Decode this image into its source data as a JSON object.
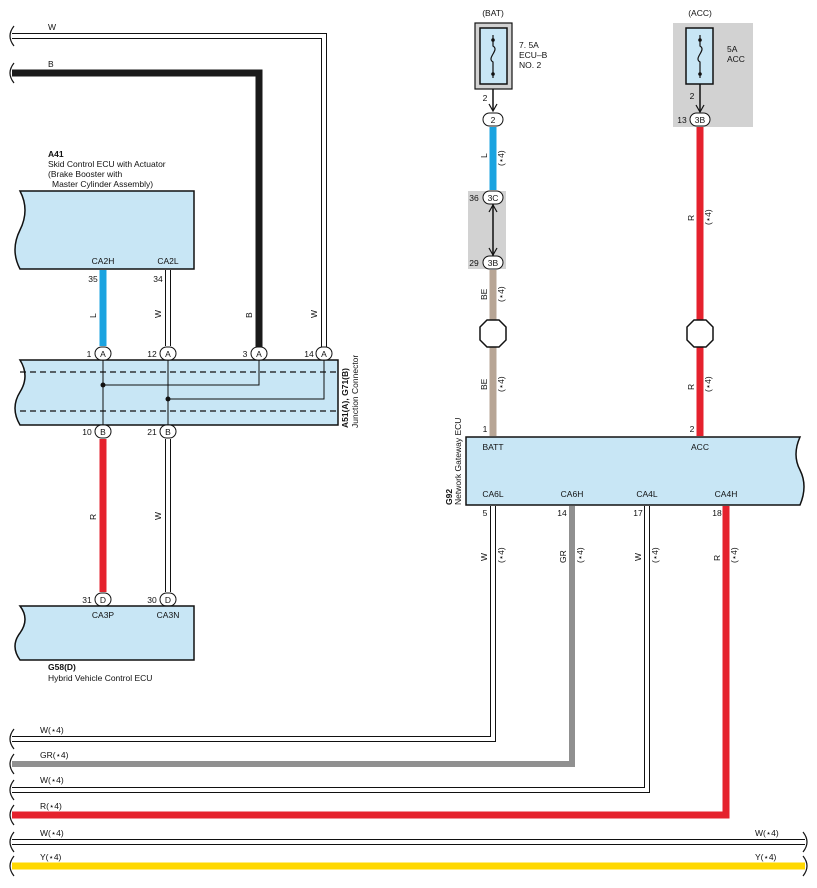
{
  "colors": {
    "box_fill": "#c8e6f5",
    "fuse_bg": "#d2d2d2",
    "W": "#ffffff",
    "B": "#1a1a1a",
    "L": "#1aa3e0",
    "R": "#e5222d",
    "BE": "#b7a595",
    "GR": "#909090",
    "Y": "#ffd800"
  },
  "bus": [
    {
      "label": "W",
      "color": "W",
      "label_right": ""
    },
    {
      "label": "B",
      "color": "B",
      "label_right": ""
    },
    {
      "label": "W(⋆4)",
      "color": "W",
      "label_right": ""
    },
    {
      "label": "GR(⋆4)",
      "color": "GR",
      "label_right": ""
    },
    {
      "label": "W(⋆4)",
      "color": "W",
      "label_right": ""
    },
    {
      "label": "R(⋆4)",
      "color": "R",
      "label_right": ""
    },
    {
      "label": "W(⋆4)",
      "color": "W",
      "label_right": "W(⋆4)"
    },
    {
      "label": "Y(⋆4)",
      "color": "Y",
      "label_right": "Y(⋆4)"
    }
  ],
  "a41": {
    "code": "A41",
    "name": "Skid Control ECU with Actuator",
    "desc1": "(Brake Booster with",
    "desc2": "Master Cylinder Assembly)",
    "pins": [
      {
        "label": "CA2H",
        "num": "35",
        "wire": "L"
      },
      {
        "label": "CA2L",
        "num": "34",
        "wire": "W"
      }
    ]
  },
  "junction": {
    "code": "A51(A), G71(B)",
    "name": "Junction Connector",
    "top_pins": [
      {
        "num": "1",
        "conn": "A"
      },
      {
        "num": "12",
        "conn": "A"
      },
      {
        "num": "3",
        "conn": "A"
      },
      {
        "num": "14",
        "conn": "A"
      }
    ],
    "bottom_pins": [
      {
        "num": "10",
        "conn": "B"
      },
      {
        "num": "21",
        "conn": "B"
      }
    ],
    "top_wires": [
      "L",
      "W",
      "B",
      "W"
    ],
    "bottom_wires": [
      "R",
      "W"
    ]
  },
  "g58": {
    "code": "G58(D)",
    "name": "Hybrid Vehicle Control ECU",
    "pins": [
      {
        "label": "CA3P",
        "num": "31",
        "conn": "D"
      },
      {
        "label": "CA3N",
        "num": "30",
        "conn": "D"
      }
    ]
  },
  "fuse_bat": {
    "group": "(BAT)",
    "rating": "7. 5A",
    "name1": "ECU–B",
    "name2": "NO. 2",
    "pin": "2",
    "conn_pin": "2"
  },
  "fuse_acc": {
    "group": "(ACC)",
    "rating": "5A",
    "name1": "ACC",
    "name2": "",
    "pin": "2",
    "conn_num": "13",
    "conn_pin": "3B"
  },
  "bat_path": {
    "wire1": "L",
    "mark": "(⋆4)",
    "conn_top_num": "36",
    "conn_top": "3C",
    "conn_bot_num": "29",
    "conn_bot": "3B",
    "wire2": "BE",
    "wire3": "BE"
  },
  "acc_path": {
    "wire1": "R",
    "wire2": "R",
    "mark": "(⋆4)"
  },
  "g92": {
    "code": "G92",
    "name": "Network Gateway ECU",
    "top_pins": [
      {
        "label": "BATT",
        "num": "1"
      },
      {
        "label": "ACC",
        "num": "2"
      }
    ],
    "bottom_pins": [
      {
        "label": "CA6L",
        "num": "5",
        "wire": "W"
      },
      {
        "label": "CA6H",
        "num": "14",
        "wire": "GR"
      },
      {
        "label": "CA4L",
        "num": "17",
        "wire": "W"
      },
      {
        "label": "CA4H",
        "num": "18",
        "wire": "R"
      }
    ]
  }
}
